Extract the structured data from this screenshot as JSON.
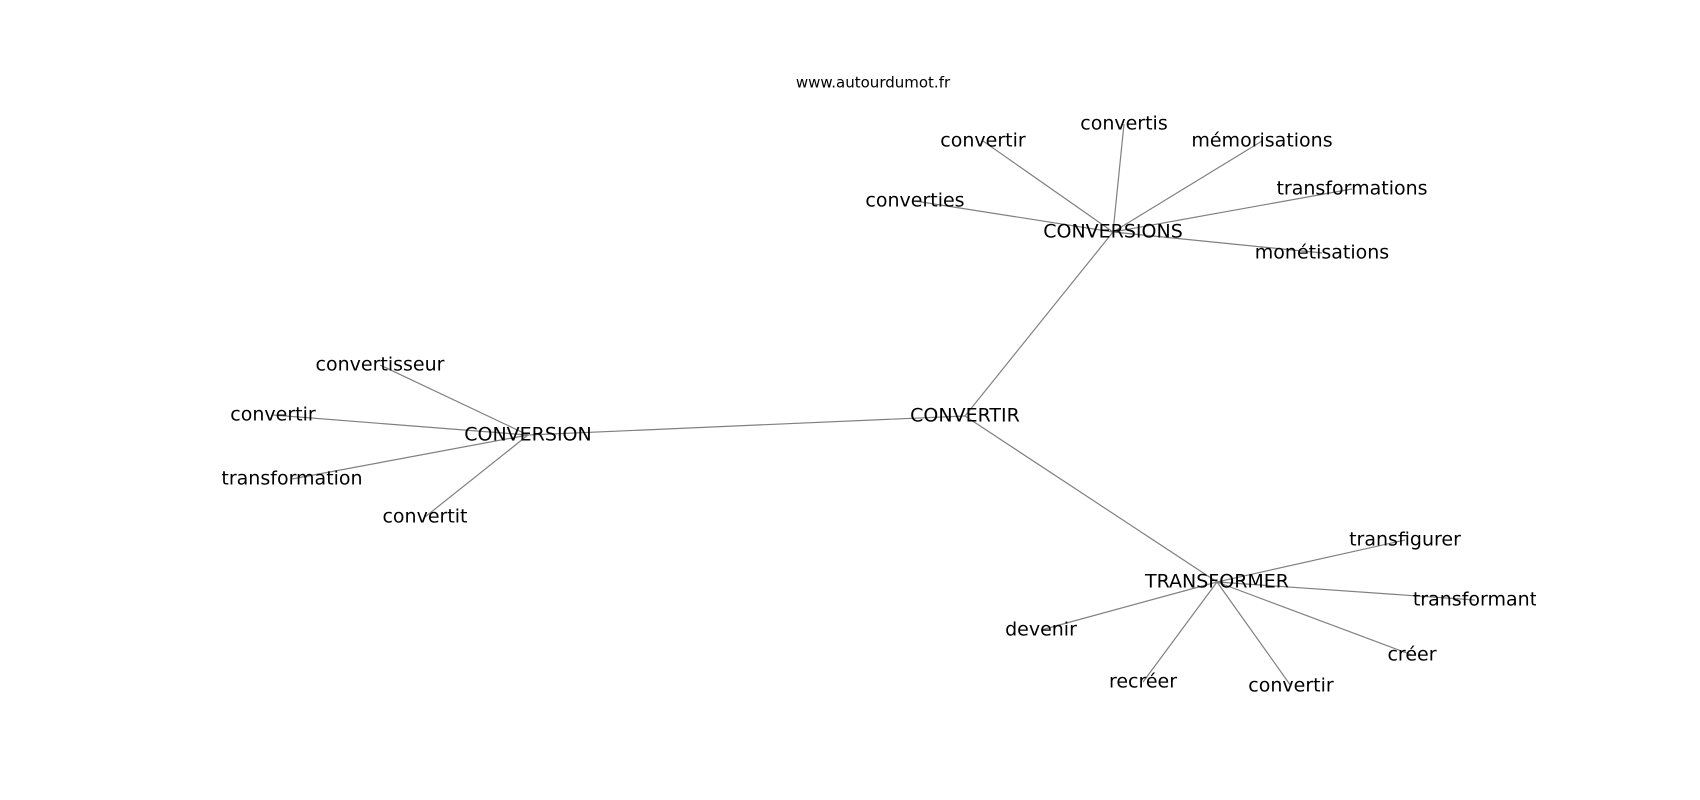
{
  "source": "www.autourdumot.fr",
  "colors": {
    "edge": "#808080",
    "text": "#000000",
    "background": "#ffffff"
  },
  "graph": {
    "center": "CONVERTIR",
    "hubs": [
      {
        "id": "conversions",
        "label": "CONVERSIONS",
        "leaves": [
          "convertis",
          "convertir",
          "mémorisations",
          "transformations",
          "converties",
          "monétisations"
        ]
      },
      {
        "id": "conversion",
        "label": "CONVERSION",
        "leaves": [
          "convertisseur",
          "convertir",
          "transformation",
          "convertit"
        ]
      },
      {
        "id": "transformer",
        "label": "TRANSFORMER",
        "leaves": [
          "transfigurer",
          "transformant",
          "devenir",
          "créer",
          "recréer",
          "convertir"
        ]
      }
    ]
  }
}
